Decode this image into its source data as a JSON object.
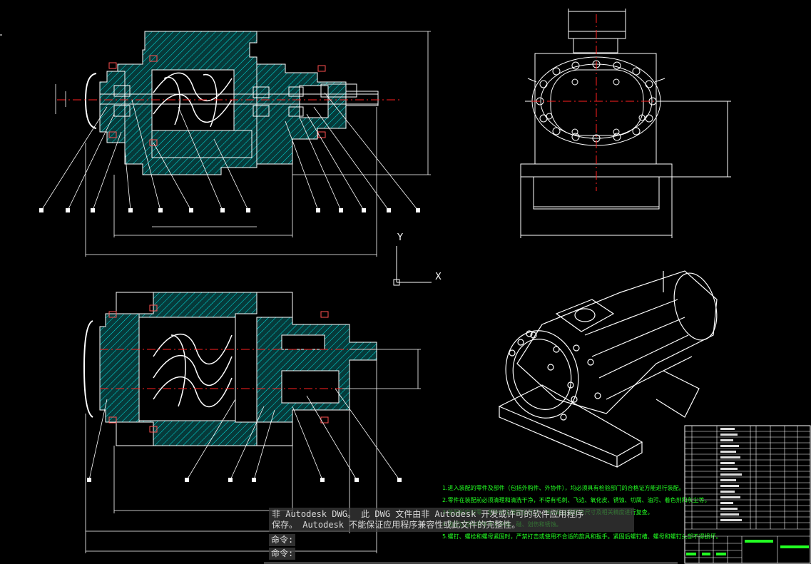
{
  "command_window": {
    "message_line1": "非 Autodesk DWG。  此 DWG 文件由非 Autodesk 开发或许可的软件应用程序",
    "message_line2": "保存。  Autodesk 不能保证应用程序兼容性或此文件的完整性。",
    "prompt1": "命令:",
    "prompt2": "命令:"
  },
  "ucs": {
    "x_label": "X",
    "y_label": "Y"
  },
  "technical_notes": [
    "1.进入装配的零件及部件（包括外购件、外协件），均必须具有检验部门的合格证方能进行装配。",
    "2.零件在装配前必须清理和清洗干净，不得有毛刺、飞边、氧化皮、锈蚀、切屑、油污、着色剂和灰尘等。",
    "3.装配前应对零、部件的主要配合尺寸，特别是过盈配合尺寸及相关精度进行复查。",
    "4.装配过程中零件不允许磕、碰、划伤和锈蚀。",
    "5.螺钉、螺栓和螺母紧固时，严禁打击或使用不合适的旋具和扳手。紧固后螺钉槽、螺母和螺钉头部不得损坏。"
  ],
  "colors": {
    "background": "#000000",
    "hatch": "#00e5e5",
    "lines": "#ffffff",
    "centerline": "#ff2020",
    "notes": "#22ff22",
    "dimension": "#ffffff"
  }
}
